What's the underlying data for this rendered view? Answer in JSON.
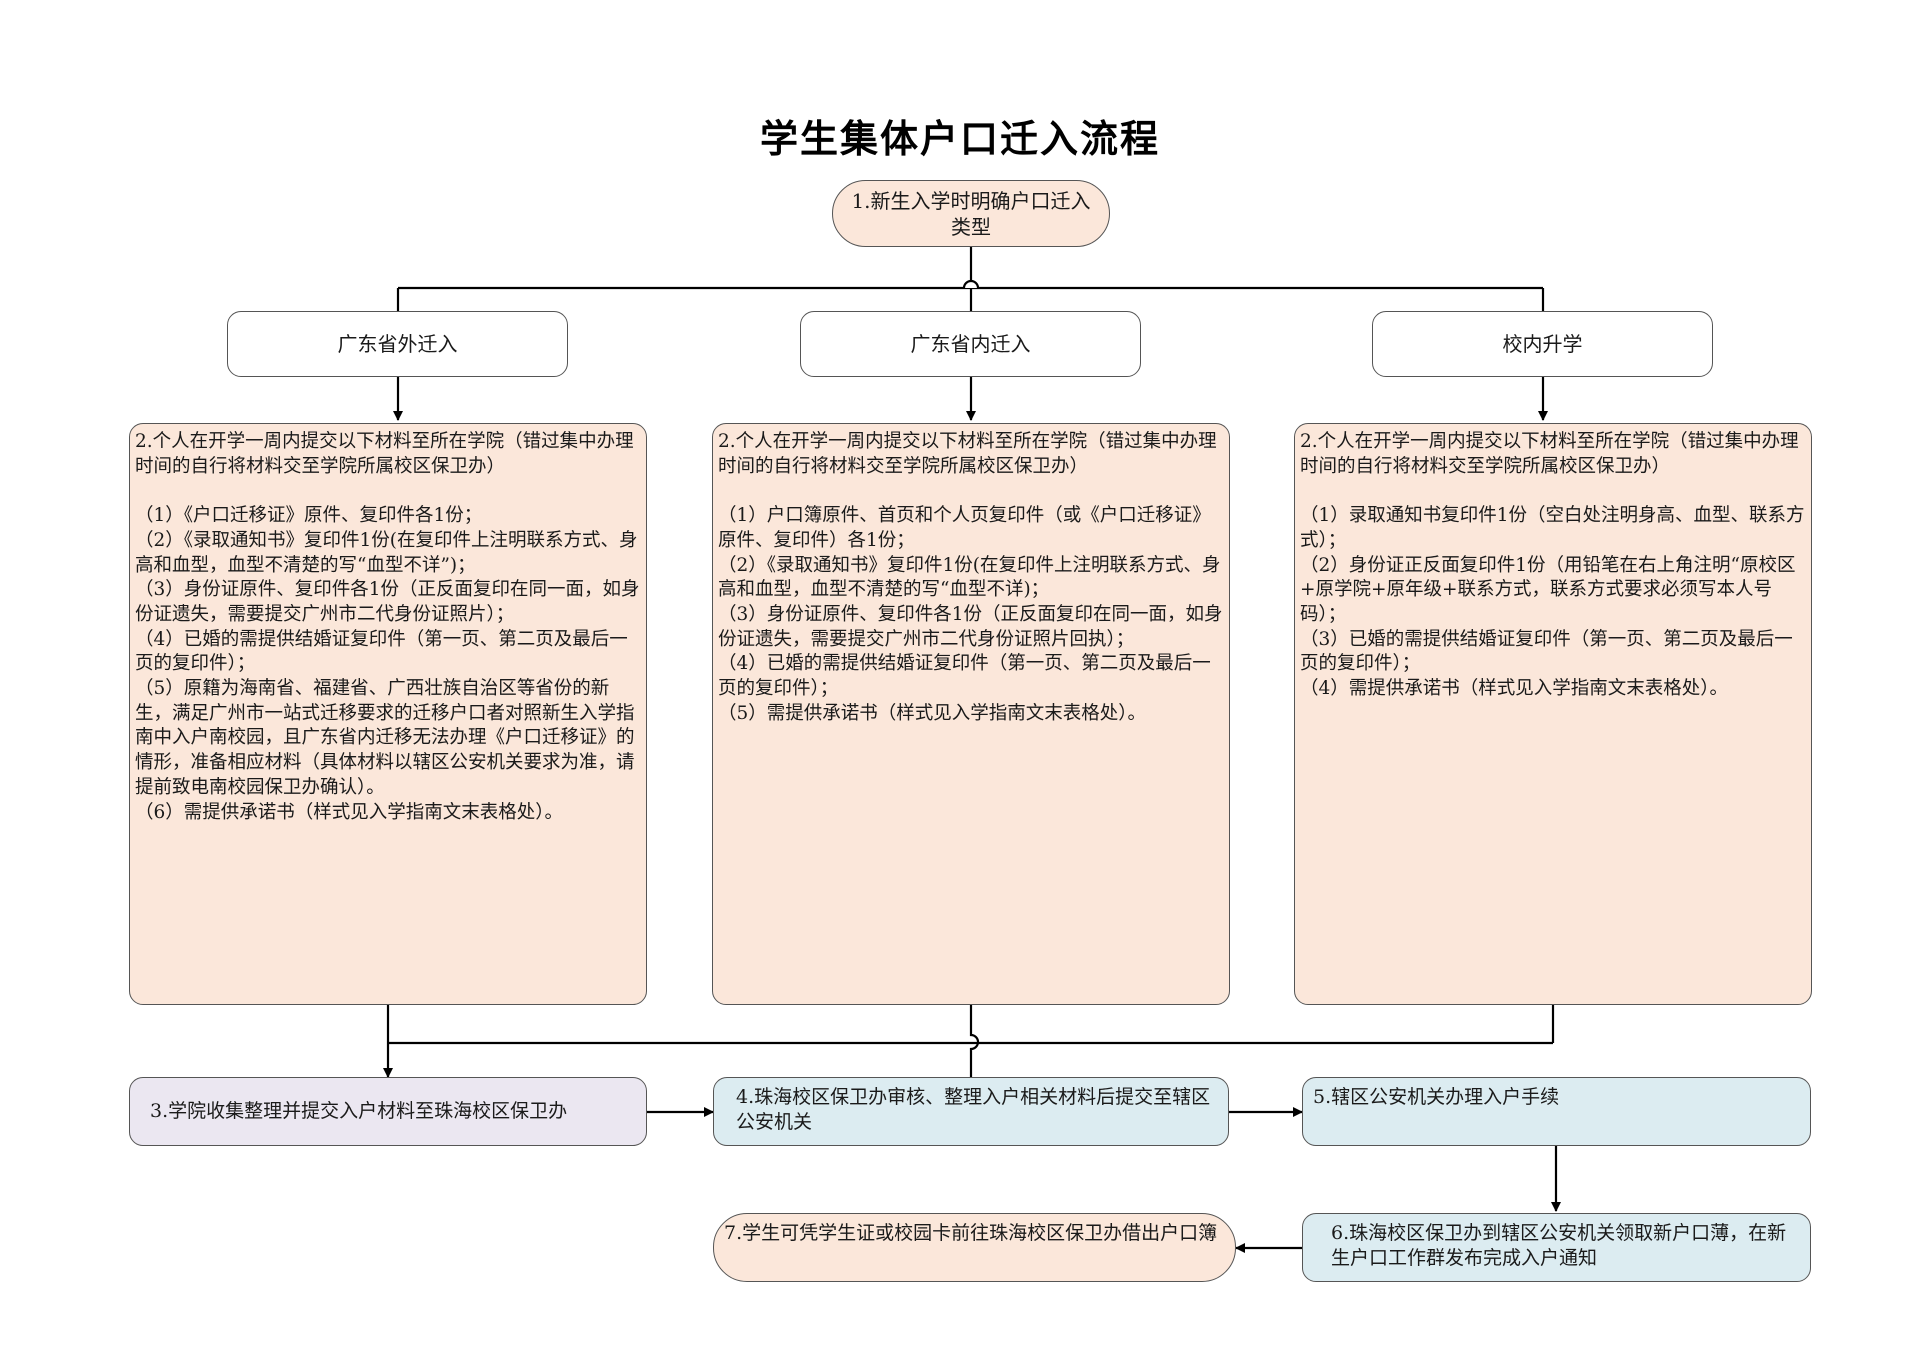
{
  "title": "学生集体户口迁入流程",
  "step1": "1.新生入学时明确户口迁入类型",
  "categories": [
    "广东省外迁入",
    "广东省内迁入",
    "校内升学"
  ],
  "details": [
    {
      "header": "2.个人在开学一周内提交以下材料至所在学院（错过集中办理时间的自行将材料交至学院所属校区保卫办）",
      "items": [
        "（1）《户口迁移证》原件、复印件各1份；",
        "（2）《录取通知书》复印件1份(在复印件上注明联系方式、身高和血型，血型不清楚的写“血型不详”)；",
        "（3）身份证原件、复印件各1份（正反面复印在同一面，如身份证遗失，需要提交广州市二代身份证照片）；",
        "（4）已婚的需提供结婚证复印件（第一页、第二页及最后一页的复印件）；",
        "（5）原籍为海南省、福建省、广西壮族自治区等省份的新生，满足广州市一站式迁移要求的迁移户口者对照新生入学指南中入户南校园，且广东省内迁移无法办理《户口迁移证》的情形，准备相应材料（具体材料以辖区公安机关要求为准，请提前致电南校园保卫办确认）。",
        "（6）需提供承诺书（样式见入学指南文末表格处）。"
      ]
    },
    {
      "header": "2.个人在开学一周内提交以下材料至所在学院（错过集中办理时间的自行将材料交至学院所属校区保卫办）",
      "items": [
        "（1）户口簿原件、首页和个人页复印件（或《户口迁移证》原件、复印件）各1份；",
        "（2）《录取通知书》复印件1份(在复印件上注明联系方式、身高和血型，血型不清楚的写“血型不详)；",
        "（3）身份证原件、复印件各1份（正反面复印在同一面，如身份证遗失，需要提交广州市二代身份证照片回执）；",
        "（4）已婚的需提供结婚证复印件（第一页、第二页及最后一页的复印件）；",
        "（5）需提供承诺书（样式见入学指南文末表格处）。"
      ]
    },
    {
      "header": "2.个人在开学一周内提交以下材料至所在学院（错过集中办理时间的自行将材料交至学院所属校区保卫办）",
      "items": [
        "（1）录取通知书复印件1份（空白处注明身高、血型、联系方式）；",
        "（2）身份证正反面复印件1份（用铅笔在右上角注明“原校区+原学院+原年级+联系方式，联系方式要求必须写本人号码）；",
        "（3）已婚的需提供结婚证复印件（第一页、第二页及最后一页的复印件）；",
        "（4）需提供承诺书（样式见入学指南文末表格处）。"
      ]
    }
  ],
  "step3": "3.学院收集整理并提交入户材料至珠海校区保卫办",
  "step4": "4.珠海校区保卫办审核、整理入户相关材料后提交至辖区公安机关",
  "step5": "5.辖区公安机关办理入户手续",
  "step6": "6.珠海校区保卫办到辖区公安机关领取新户口薄，在新生户口工作群发布完成入户通知",
  "step7": "7.学生可凭学生证或校园卡前往珠海校区保卫办借出户口簿",
  "colors": {
    "peach": "#fbe7da",
    "lavender": "#ebe7f1",
    "light_blue": "#dcecf1",
    "line": "#000000"
  }
}
